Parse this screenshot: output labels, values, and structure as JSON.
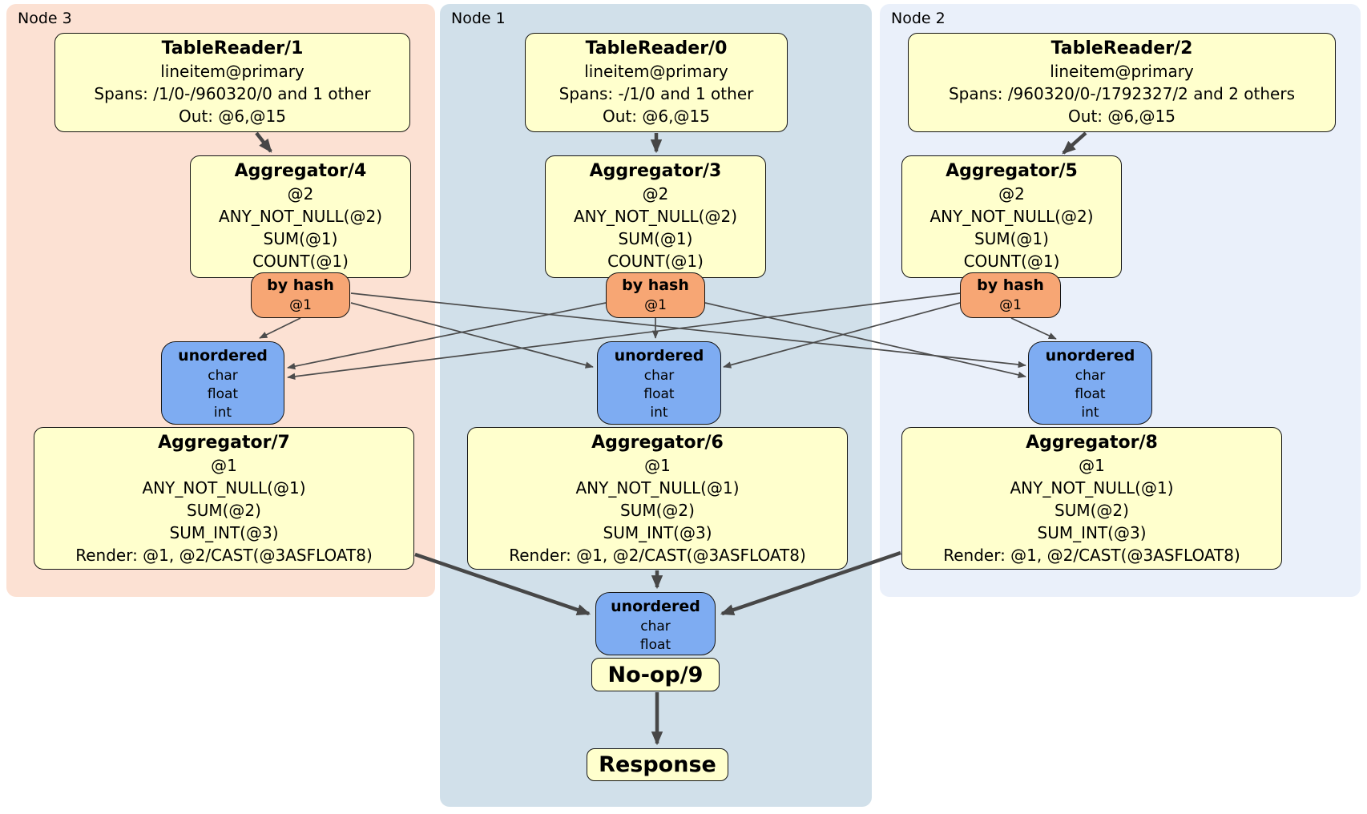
{
  "colors": {
    "node3_bg": "#fce1d3",
    "node1_bg": "#d1e0ea",
    "node2_bg": "#eaf0fa",
    "processor_box_fill": "#ffffcd",
    "hash_router_fill": "#f7a674",
    "sync_fill": "#7eacf2",
    "edge_color": "#474747"
  },
  "nodes": [
    {
      "label": "Node 3",
      "table_reader": {
        "title": "TableReader/1",
        "lines": [
          "lineitem@primary",
          "Spans: /1/0-/960320/0 and 1 other",
          "Out: @6,@15"
        ]
      },
      "aggregator": {
        "title": "Aggregator/4",
        "lines": [
          "@2",
          "ANY_NOT_NULL(@2)",
          "SUM(@1)",
          "COUNT(@1)"
        ]
      },
      "router": {
        "title": "by hash",
        "key": "@1"
      },
      "sync": {
        "title": "unordered",
        "lines": [
          "char",
          "float",
          "int"
        ]
      },
      "final_aggregator": {
        "title": "Aggregator/7",
        "lines": [
          "@1",
          "ANY_NOT_NULL(@1)",
          "SUM(@2)",
          "SUM_INT(@3)",
          "Render: @1, @2/CAST(@3ASFLOAT8)"
        ]
      }
    },
    {
      "label": "Node 1",
      "table_reader": {
        "title": "TableReader/0",
        "lines": [
          "lineitem@primary",
          "Spans: -/1/0 and 1 other",
          "Out: @6,@15"
        ]
      },
      "aggregator": {
        "title": "Aggregator/3",
        "lines": [
          "@2",
          "ANY_NOT_NULL(@2)",
          "SUM(@1)",
          "COUNT(@1)"
        ]
      },
      "router": {
        "title": "by hash",
        "key": "@1"
      },
      "sync": {
        "title": "unordered",
        "lines": [
          "char",
          "float",
          "int"
        ]
      },
      "final_aggregator": {
        "title": "Aggregator/6",
        "lines": [
          "@1",
          "ANY_NOT_NULL(@1)",
          "SUM(@2)",
          "SUM_INT(@3)",
          "Render: @1, @2/CAST(@3ASFLOAT8)"
        ]
      }
    },
    {
      "label": "Node 2",
      "table_reader": {
        "title": "TableReader/2",
        "lines": [
          "lineitem@primary",
          "Spans: /960320/0-/1792327/2 and 2 others",
          "Out: @6,@15"
        ]
      },
      "aggregator": {
        "title": "Aggregator/5",
        "lines": [
          "@2",
          "ANY_NOT_NULL(@2)",
          "SUM(@1)",
          "COUNT(@1)"
        ]
      },
      "router": {
        "title": "by hash",
        "key": "@1"
      },
      "sync": {
        "title": "unordered",
        "lines": [
          "char",
          "float",
          "int"
        ]
      },
      "final_aggregator": {
        "title": "Aggregator/8",
        "lines": [
          "@1",
          "ANY_NOT_NULL(@1)",
          "SUM(@2)",
          "SUM_INT(@3)",
          "Render: @1, @2/CAST(@3ASFLOAT8)"
        ]
      }
    }
  ],
  "final_stage": {
    "sync": {
      "title": "unordered",
      "lines": [
        "char",
        "float"
      ]
    },
    "noop_label": "No-op/9",
    "response_label": "Response"
  }
}
